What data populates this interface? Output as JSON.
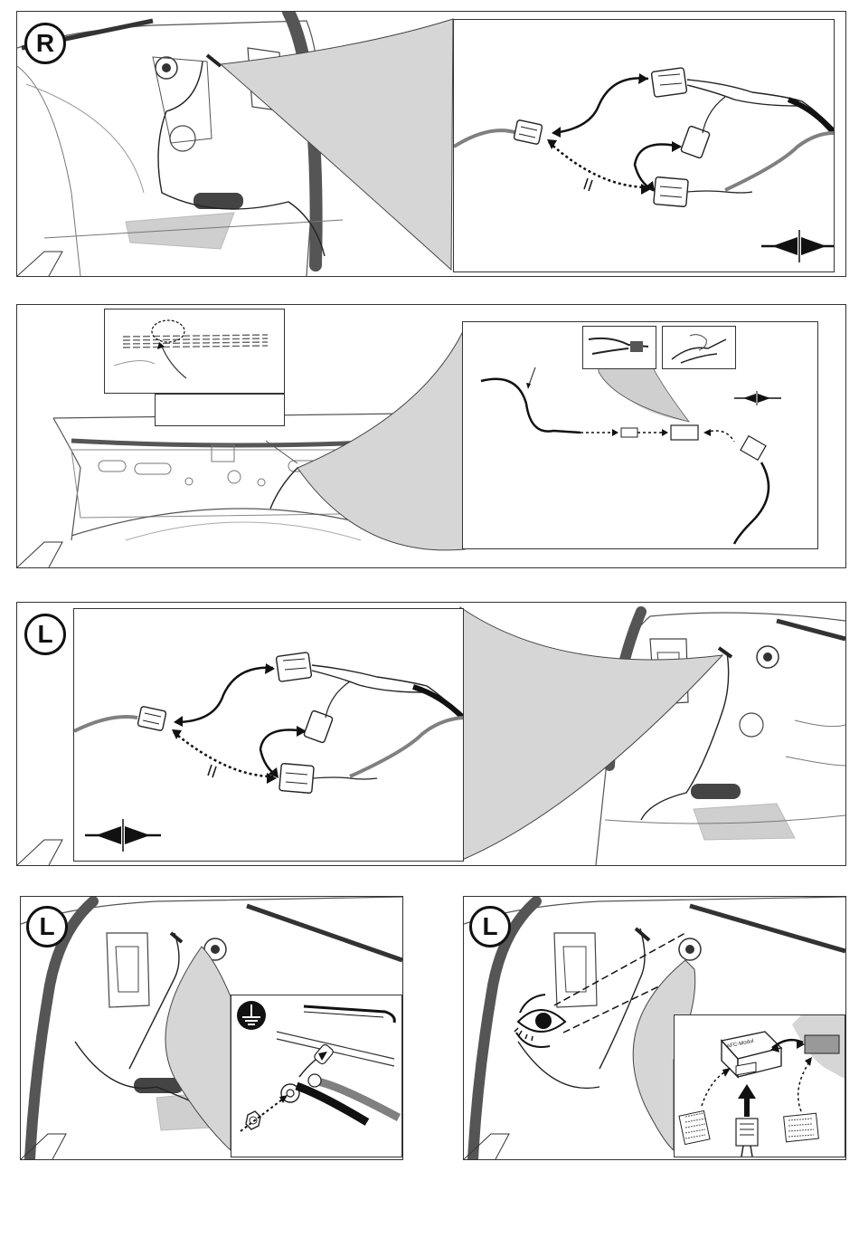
{
  "steps": [
    {
      "side_badge": "R"
    },
    {
      "side_badge": ""
    },
    {
      "side_badge": "L"
    },
    {
      "side_badge": "L"
    },
    {
      "side_badge": "L"
    }
  ],
  "module": {
    "label": "AFC-Modul"
  },
  "icons": {
    "connect": "connect-arrows-icon",
    "ground": "ground-symbol-icon",
    "eye": "eye-icon",
    "crimp_tool": "crimping-pliers-icon"
  },
  "colors": {
    "line": "#222222",
    "shade": "#d4d4d4",
    "cable_gray": "#808080",
    "cable_black": "#111111"
  }
}
